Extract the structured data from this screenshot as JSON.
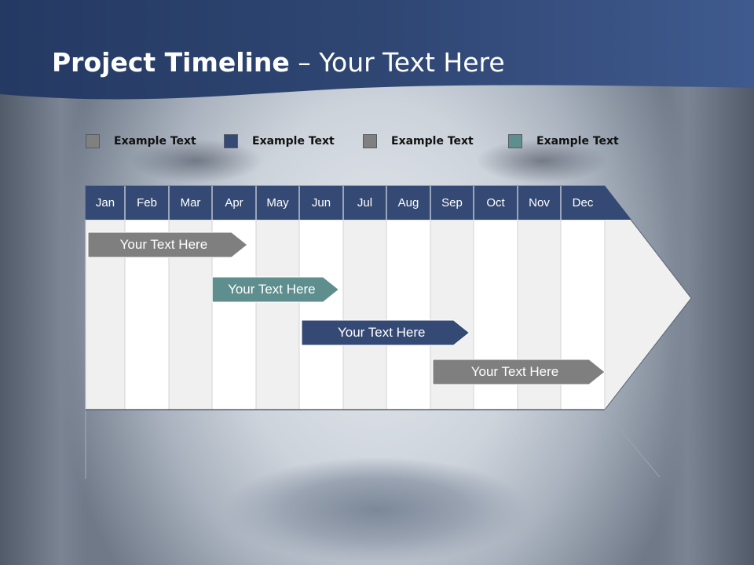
{
  "title": {
    "bold": "Project Timeline",
    "rest": " – Your Text Here"
  },
  "colors": {
    "header": "#2c4170",
    "navy": "#344a75",
    "gray": "#7f7f7f",
    "teal": "#5e8e8e",
    "lightgray": "#f0f0f0"
  },
  "legend": [
    {
      "label": "Example Text",
      "color": "#808080"
    },
    {
      "label": "Example Text",
      "color": "#344a75"
    },
    {
      "label": "Example Text",
      "color": "#808080"
    },
    {
      "label": "Example Text",
      "color": "#5e8e8e"
    }
  ],
  "months": [
    "Jan",
    "Feb",
    "Mar",
    "Apr",
    "May",
    "Jun",
    "Jul",
    "Aug",
    "Sep",
    "Oct",
    "Nov",
    "Dec"
  ],
  "tasks": [
    {
      "label": "Your  Text Here",
      "start": 0,
      "end": 3.8,
      "color": "gray"
    },
    {
      "label": "Your  Text Here",
      "start": 2.95,
      "end": 5.9,
      "color": "teal"
    },
    {
      "label": "Your  Text Here",
      "start": 5,
      "end": 8.9,
      "color": "navy"
    },
    {
      "label": "Your  Text Here",
      "start": 8,
      "end": 12,
      "color": "gray"
    }
  ]
}
